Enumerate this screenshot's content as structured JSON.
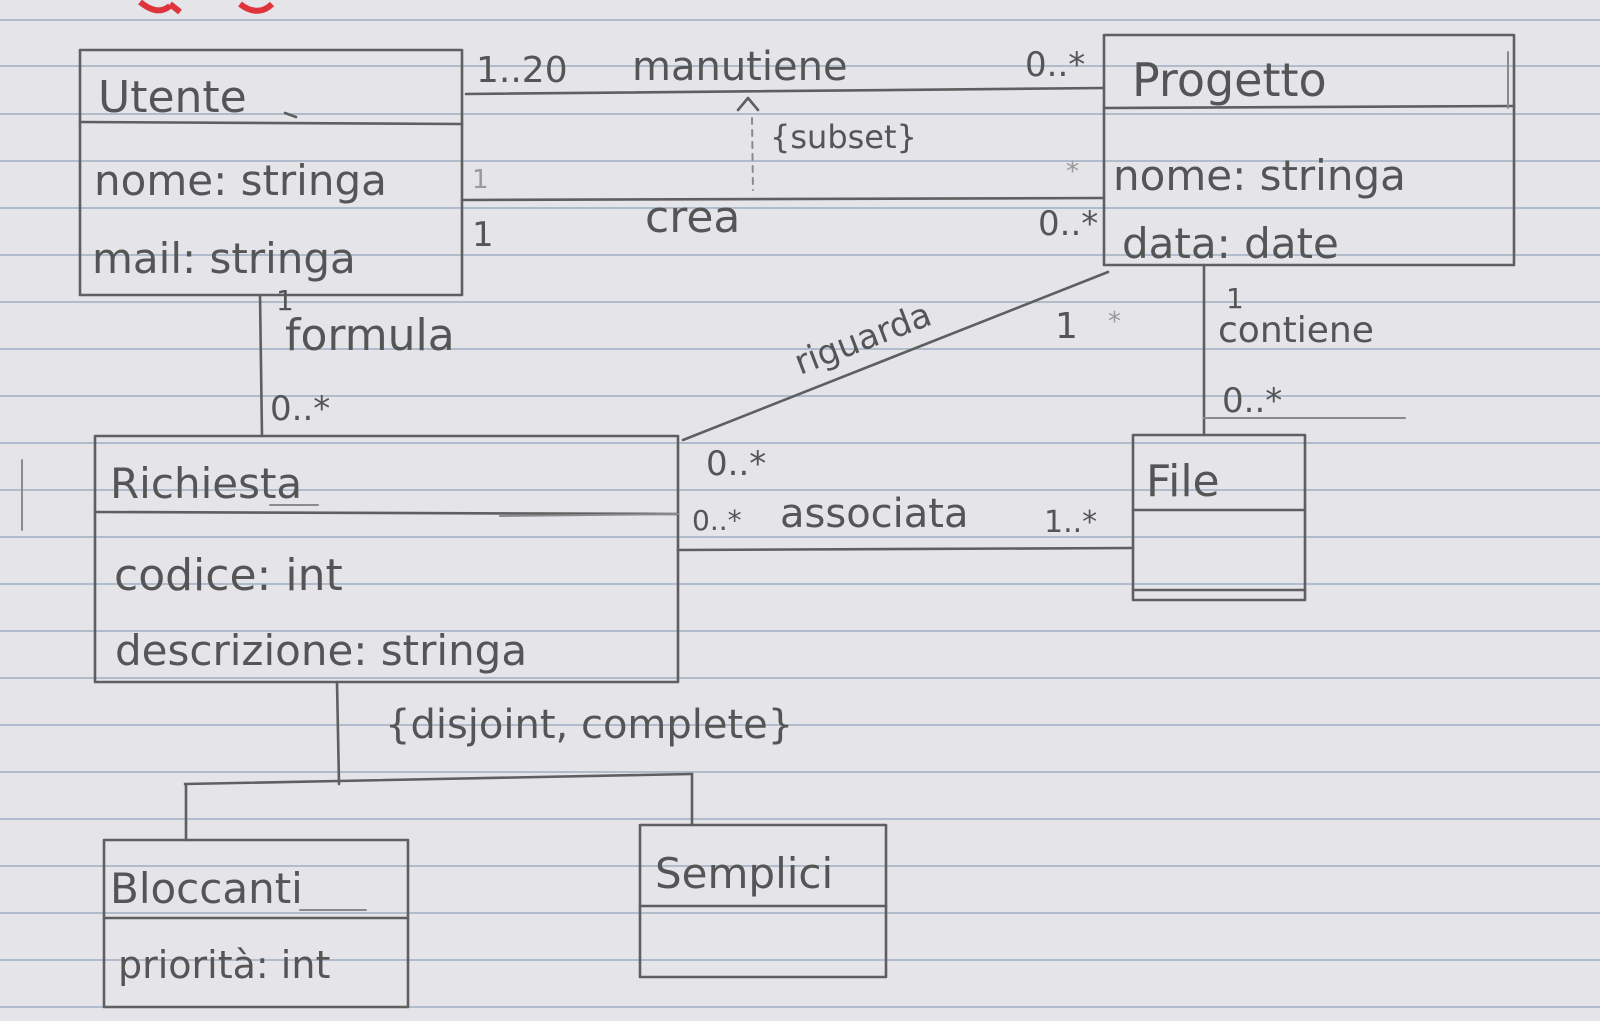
{
  "classes": {
    "utente": {
      "name": "Utente",
      "attributes": [
        "nome: stringa",
        "mail: stringa"
      ]
    },
    "progetto": {
      "name": "Progetto",
      "attributes": [
        "nome: stringa",
        "data: date"
      ]
    },
    "richiesta": {
      "name": "Richiesta",
      "attributes": [
        "codice: int",
        "descrizione: stringa"
      ]
    },
    "file": {
      "name": "File",
      "attributes": []
    },
    "bloccanti": {
      "name": "Bloccanti",
      "attributes": [
        "priorità: int"
      ]
    },
    "semplici": {
      "name": "Semplici",
      "attributes": []
    }
  },
  "associations": {
    "manutiene": {
      "label": "manutiene",
      "mult_source": "1..20",
      "mult_target": "0..*"
    },
    "crea": {
      "label": "crea",
      "mult_source": "1",
      "mult_target": "0..*"
    },
    "subset": {
      "label": "{subset}"
    },
    "formula": {
      "label": "formula",
      "mult_source": "1",
      "mult_target": "0..*"
    },
    "riguarda": {
      "label": "riguarda",
      "mult_source": "0..*",
      "mult_target": "1"
    },
    "contiene": {
      "label": "contiene",
      "mult_source": "1",
      "mult_target": "0..*"
    },
    "associata": {
      "label": "associata",
      "mult_source": "0..*",
      "mult_target": "1..*"
    }
  },
  "generalization": {
    "constraint": "{disjoint, complete}"
  },
  "faint_marks": {
    "left": "1",
    "right": "*",
    "riguarda_right": "*"
  }
}
